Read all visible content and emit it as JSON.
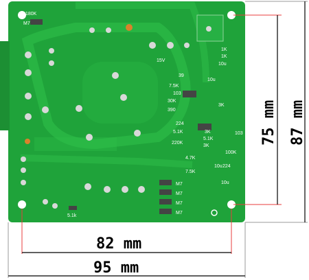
{
  "image": {
    "subject": "pcb-board-with-dimension-annotations",
    "colors": {
      "board": "#1fa33a",
      "board_dark": "#168a2d",
      "trace": "#2fbf4a",
      "pad": "#d8d8d8",
      "silk": "#ffffff",
      "dim_line": "#e83c3c",
      "guide_line": "#9a9a9a",
      "text": "#000000"
    }
  },
  "dimensions": {
    "inner_width_label": "82 mm",
    "outer_width_label": "95 mm",
    "inner_height_label": "75 mm",
    "outer_height_label": "87 mm"
  },
  "silkscreen": {
    "labels": [
      "180K",
      "M7",
      "15V",
      "1K",
      "1K",
      "10u",
      "39",
      "10u",
      "7.5K",
      "103",
      "30K",
      "390",
      "3K",
      "224",
      "5.1K",
      "3K",
      "103",
      "220K",
      "5.1K",
      "3K",
      "100K",
      "4.7K",
      "10u",
      "224",
      "7.5K",
      "10u",
      "M7",
      "M7",
      "M7",
      "M7",
      "5.1k"
    ]
  }
}
